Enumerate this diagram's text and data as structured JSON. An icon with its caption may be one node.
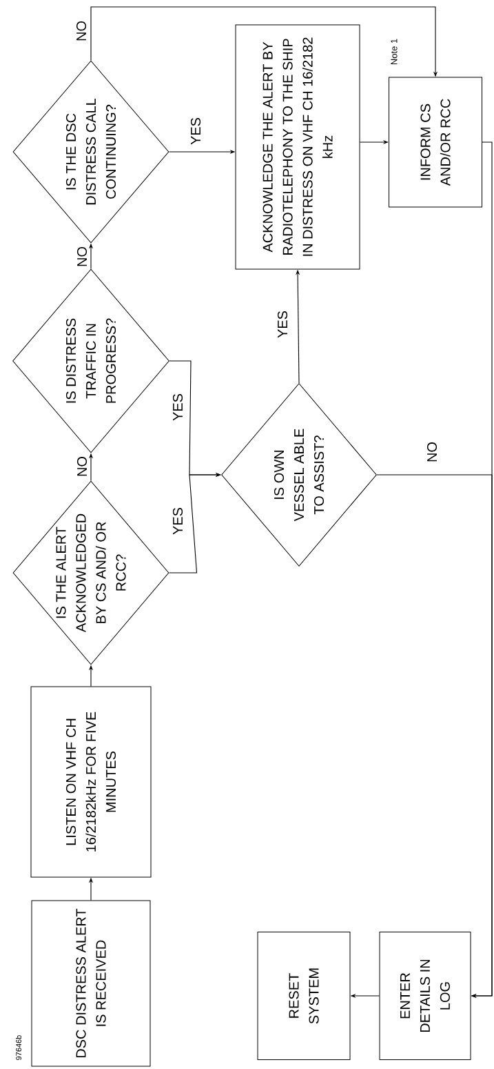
{
  "diagram": {
    "nodes": [
      {
        "text": [
          "DSC DISTRESS ALERT IS RECEIVED"
        ]
      },
      {
        "text": [
          "LISTEN ON VHF CH 16/2182kHz FOR FIVE MINUTES"
        ]
      },
      {
        "text": [
          "IS THE ALERT ACKNOWLEDGED BY CS AND/ OR RCC?"
        ]
      },
      {
        "text": [
          "IS DISTRESS TRAFFIC IN PROGRESS?"
        ]
      },
      {
        "text": [
          "IS THE DSC DISTRESS CALL CONTINUING?"
        ]
      },
      {
        "text": [
          "IS OWN VESSEL ABLE TO ASSIST?"
        ]
      },
      {
        "text": [
          "ACKNOWLEDGE THE ALERT BY RADIOTELEPHONY TO THE SHIP IN DISTRESS ON VHF CH 16/2182 kHz"
        ]
      },
      {
        "text": [
          "INFORM CS AND/OR RCC"
        ],
        "beside": [
          "Note 1"
        ]
      },
      {
        "text": [
          "ENTER DETAILS IN LOG"
        ]
      },
      {
        "text": [
          "RESET SYSTEM"
        ]
      }
    ],
    "edges": [
      {
        "from": 0,
        "to": 1,
        "arrow": "to"
      },
      {
        "from": 1,
        "to": 2,
        "arrow": "to"
      },
      {
        "from": 2,
        "to": 3,
        "arrow": "to",
        "label": "NO"
      },
      {
        "from": 3,
        "to": 4,
        "arrow": "to",
        "label": "NO"
      },
      {
        "from": 4,
        "to": 6,
        "arrow": "to",
        "label": "YES"
      },
      {
        "from": 4,
        "to": 7,
        "arrow": "to",
        "label": "NO"
      },
      {
        "from": 2,
        "to": 5,
        "arrow": "to",
        "label": "YES"
      },
      {
        "from": 3,
        "to": 5,
        "arrow": "to",
        "label": "YES"
      },
      {
        "from": 5,
        "to": 6,
        "arrow": "to",
        "label": "YES"
      },
      {
        "from": 5,
        "to": 8,
        "arrow": "to",
        "label": "NO"
      },
      {
        "from": 6,
        "to": 7,
        "arrow": "to"
      },
      {
        "from": 7,
        "to": 8,
        "arrow": "to"
      },
      {
        "from": 8,
        "to": 9,
        "arrow": "to"
      }
    ],
    "labels": [
      "97646b"
    ]
  }
}
